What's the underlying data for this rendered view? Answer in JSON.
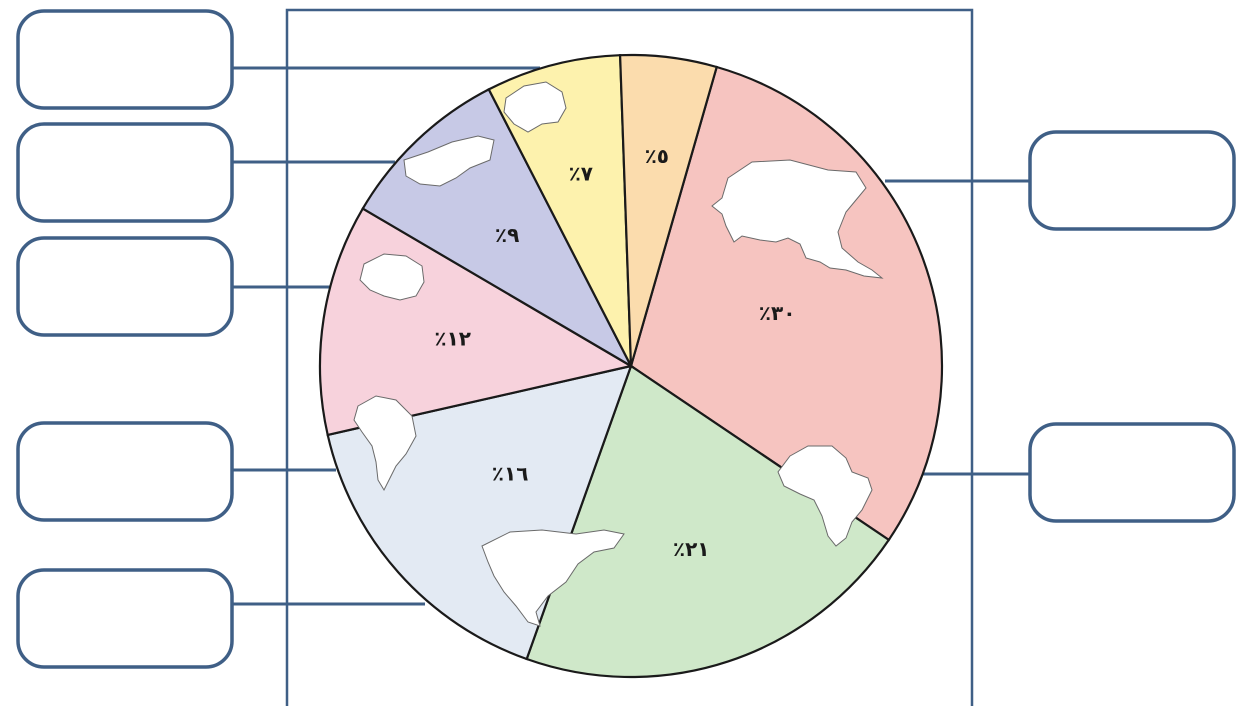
{
  "chart_data": {
    "type": "pie",
    "slices": [
      {
        "label": "٪٣٠",
        "value": 30,
        "color": "#f6c4c0",
        "icon": "asia-icon"
      },
      {
        "label": "٪٢١",
        "value": 21,
        "color": "#cfe8c9",
        "icon": "africa-icon"
      },
      {
        "label": "٪١٦",
        "value": 16,
        "color": "#e3eaf3",
        "icon": "north-america-icon"
      },
      {
        "label": "٪١٢",
        "value": 12,
        "color": "#f7d2dc",
        "icon": "south-america-icon"
      },
      {
        "label": "٪٩",
        "value": 9,
        "color": "#c7c9e6",
        "icon": "antarctica-icon"
      },
      {
        "label": "٪٧",
        "value": 7,
        "color": "#fdf2ad",
        "icon": "europe-icon"
      },
      {
        "label": "٪٥",
        "value": 5,
        "color": "#fbdcad",
        "icon": "australia-icon"
      }
    ],
    "start_angle_deg": 16,
    "legend": "none",
    "label_boxes": "empty"
  },
  "colors": {
    "frame": "#3f5f86",
    "slice_border": "#1a1a1a"
  }
}
